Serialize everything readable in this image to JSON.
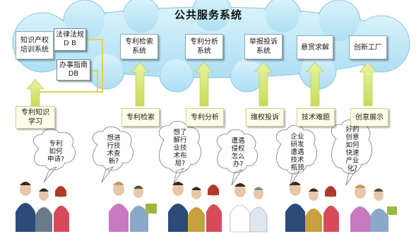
{
  "title": "公共服务系统",
  "systems": [
    {
      "id": "ip-training",
      "label": "知识产权\n培训系统"
    },
    {
      "id": "patent-search",
      "label": "专利检索\n系统"
    },
    {
      "id": "patent-analysis",
      "label": "专利分析\n系统"
    },
    {
      "id": "report-complaint",
      "label": "举报投诉\n系统"
    },
    {
      "id": "bounty",
      "label": "悬赏求解"
    },
    {
      "id": "innovation-workshop",
      "label": "创新工厂"
    }
  ],
  "databases": [
    {
      "id": "law-db",
      "label": "法律法规\nD B"
    },
    {
      "id": "guide-db",
      "label": "办事指南\nDB"
    }
  ],
  "services": [
    {
      "id": "patent-learning",
      "label": "专利知识\n学习"
    },
    {
      "id": "patent-search",
      "label": "专利检索"
    },
    {
      "id": "patent-analysis",
      "label": "专利分析"
    },
    {
      "id": "rights-protection",
      "label": "维权投诉"
    },
    {
      "id": "tech-problem",
      "label": "技术难题"
    },
    {
      "id": "idea-showcase",
      "label": "创意展示"
    }
  ],
  "questions": [
    {
      "id": "q1",
      "text": "专利\n如何\n申请?"
    },
    {
      "id": "q2",
      "text": "想进\n行技\n术查\n新?"
    },
    {
      "id": "q3",
      "text": "想了\n解行\n业技\n术布\n局?"
    },
    {
      "id": "q4",
      "text": "遭遇\n侵权\n怎么\n办?"
    },
    {
      "id": "q5",
      "text": "企业\n研发\n遭遇\n技术\n瓶颈"
    },
    {
      "id": "q6",
      "text": "好的\n创意\n如何\n快速\n产业\n化?"
    }
  ],
  "colors": {
    "cloud_fill": "#c4eaf8",
    "cloud_stroke": "#8fc4dc",
    "arrow": "#d4e86a",
    "connector": "#e8d24a",
    "service_fill": "#fffde8",
    "bubble_fill": "#ffffff"
  }
}
